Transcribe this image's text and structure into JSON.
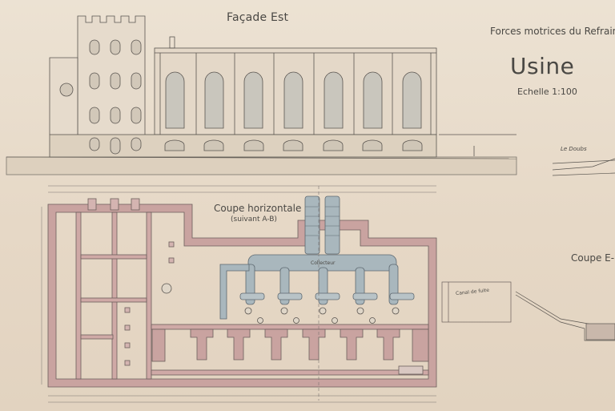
{
  "drawing": {
    "facade_title": "Façade Est",
    "company": "Forces motrices du Refrain",
    "plant_name": "Usine",
    "scale": "Echelle 1:100",
    "plan_title": "Coupe horizontale",
    "plan_subtitle": "(suivant A-B)",
    "section_title": "Coupe E-F",
    "river_label": "Le Doubs",
    "tailrace_label": "Canal de fuite",
    "collector_label": "Collecteur"
  },
  "colors": {
    "paper": "#e9dccb",
    "ink": "#4a4844",
    "wall_pink": "#c9a3a0",
    "pipe_blue": "#a9b7bd"
  }
}
